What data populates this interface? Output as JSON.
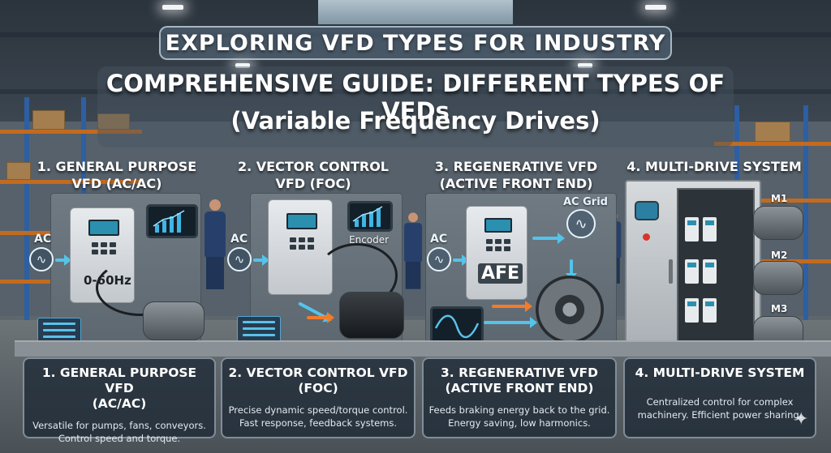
{
  "header": {
    "badge": "EXPLORING VFD TYPES FOR INDUSTRY",
    "title": "COMPREHENSIVE GUIDE: DIFFERENT TYPES OF VFDs",
    "subtitle": "(Variable Frequency Drives)"
  },
  "columns": [
    {
      "heading": "1. GENERAL PURPOSE\nVFD (AC/AC)",
      "input_label": "AC",
      "drive_label": "0-60Hz",
      "card_title": "1. GENERAL PURPOSE VFD\n(AC/AC)",
      "card_desc": "Versatile for pumps, fans, conveyors.\nControl speed and torque."
    },
    {
      "heading": "2. VECTOR CONTROL\nVFD (FOC)",
      "input_label": "AC",
      "sensor_label": "Encoder",
      "card_title": "2. VECTOR CONTROL VFD\n(FOC)",
      "card_desc": "Precise dynamic speed/torque control.\nFast response, feedback systems."
    },
    {
      "heading": "3. REGENERATIVE VFD\n(ACTIVE FRONT END)",
      "input_label": "AC",
      "grid_label": "AC Grid",
      "drive_label": "AFE",
      "card_title": "3. REGENERATIVE VFD\n(ACTIVE FRONT END)",
      "card_desc": "Feeds braking energy back to the grid.\nEnergy saving, low harmonics."
    },
    {
      "heading": "4. MULTI-DRIVE SYSTEM",
      "motor_labels": [
        "M1",
        "M2",
        "M3"
      ],
      "card_title": "4. MULTI-DRIVE SYSTEM",
      "card_desc": "Centralized control for complex\nmachinery. Efficient power sharing."
    }
  ],
  "colors": {
    "accent_cyan": "#53c4ea",
    "accent_orange": "#f37b2a",
    "card_bg": "#202c38"
  },
  "icons": [
    "ac-sine-icon",
    "sparkle-icon"
  ]
}
